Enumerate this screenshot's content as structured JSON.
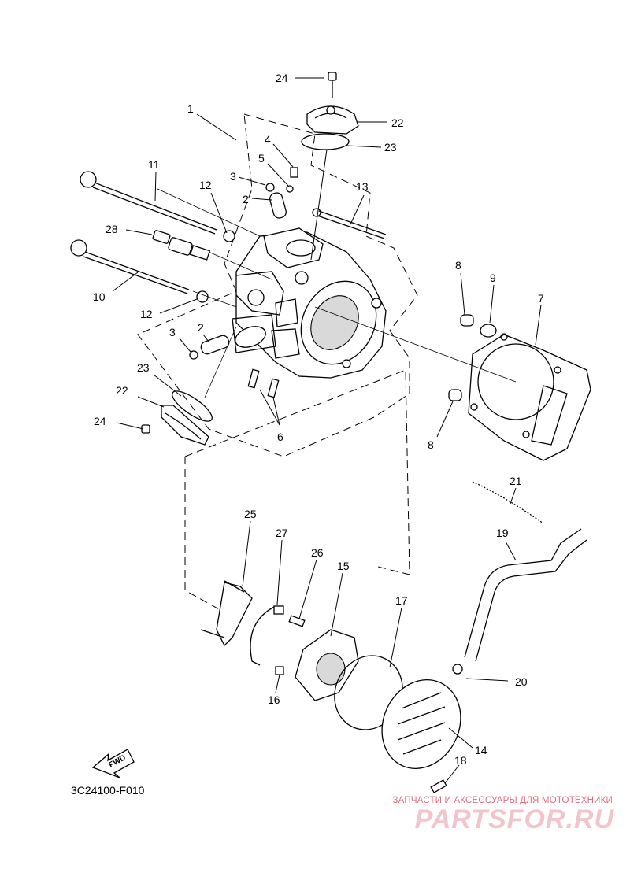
{
  "diagram_code": "3C24100-F010",
  "fwd_label": "FWD",
  "watermark": {
    "tagline": "ЗАПЧАСТИ И АКСЕССУАРЫ ДЛЯ МОТОТЕХНИКИ",
    "logo": "PARTSFOR.RU"
  },
  "callouts": {
    "c1": "1",
    "c2a": "2",
    "c2b": "2",
    "c3a": "3",
    "c3b": "3",
    "c4": "4",
    "c5": "5",
    "c6": "6",
    "c7": "7",
    "c8a": "8",
    "c8b": "8",
    "c9": "9",
    "c10": "10",
    "c11": "11",
    "c12a": "12",
    "c12b": "12",
    "c13": "13",
    "c14": "14",
    "c15": "15",
    "c16": "16",
    "c17": "17",
    "c18": "18",
    "c19": "19",
    "c20": "20",
    "c21": "21",
    "c22a": "22",
    "c22b": "22",
    "c23a": "23",
    "c23b": "23",
    "c24a": "24",
    "c24b": "24",
    "c25": "25",
    "c26": "26",
    "c27": "27",
    "c28": "28"
  }
}
